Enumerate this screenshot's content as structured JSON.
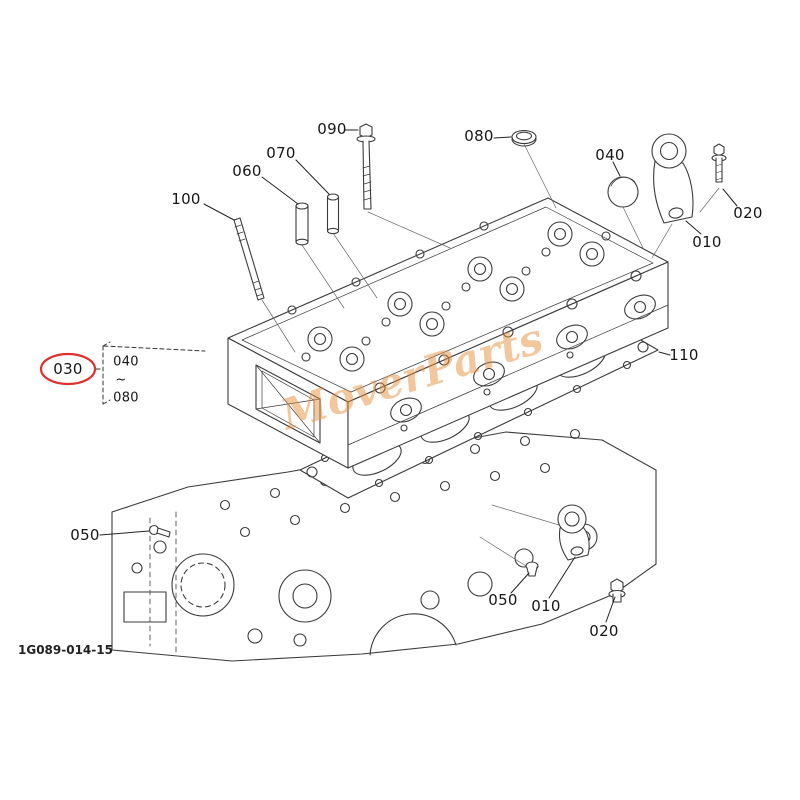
{
  "diagram": {
    "figure_code": "1G089-014-15",
    "watermark": "MoverParts",
    "colors": {
      "line": "#3b3b3b",
      "highlight_red": "#e03131",
      "watermark_orange": "#e8913f"
    }
  },
  "callouts": {
    "c100": "100",
    "c060": "060",
    "c070": "070",
    "c090": "090",
    "c080_top": "080",
    "c040_top": "040",
    "c010_top": "010",
    "c020_top": "020",
    "c030": "030",
    "range_top": "040",
    "range_tilde": "~",
    "range_bottom": "080",
    "c110": "110",
    "c050_left": "050",
    "c050_bottom": "050",
    "c010_bottom": "010",
    "c020_bottom": "020"
  }
}
